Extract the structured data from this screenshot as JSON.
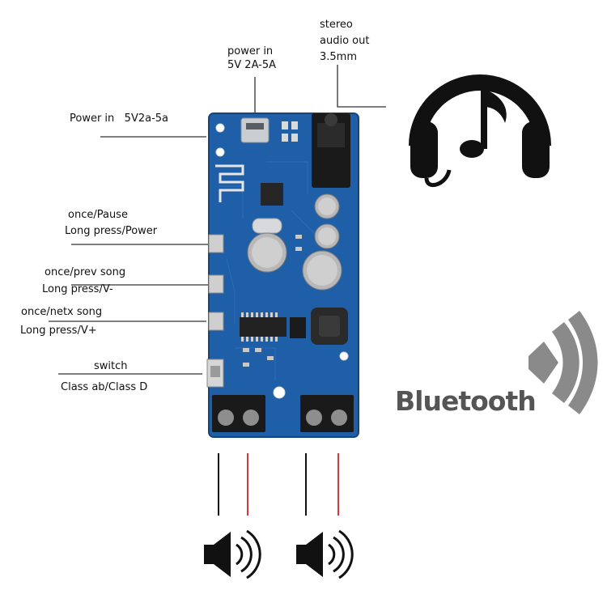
{
  "labels": {
    "power_top_1": "power in",
    "power_top_2": "5V 2A-5A",
    "stereo_1": "stereo",
    "stereo_2": "audio out",
    "stereo_3": "3.5mm",
    "power_left": "Power in   5V2a-5a",
    "btn1_a": "once/Pause",
    "btn1_b": "Long press/Power",
    "btn2_a": "once/prev song",
    "btn2_b": "Long press/V-",
    "btn3_a": "once/netx song",
    "btn3_b": "Long press/V+",
    "switch_a": "switch",
    "switch_b": "Class ab/Class D",
    "bluetooth": "Bluetooth"
  },
  "colors": {
    "board": "#1f5fa8",
    "board_dark": "#174a86",
    "terminal": "#1a1a1a",
    "wire_red": "#d43a3a",
    "wire_black": "#111111",
    "bt_gray": "#8a8a8a"
  },
  "icons": [
    "headphones-music-icon",
    "bluetooth-wave-icon",
    "speaker-icon-left",
    "speaker-icon-right"
  ]
}
